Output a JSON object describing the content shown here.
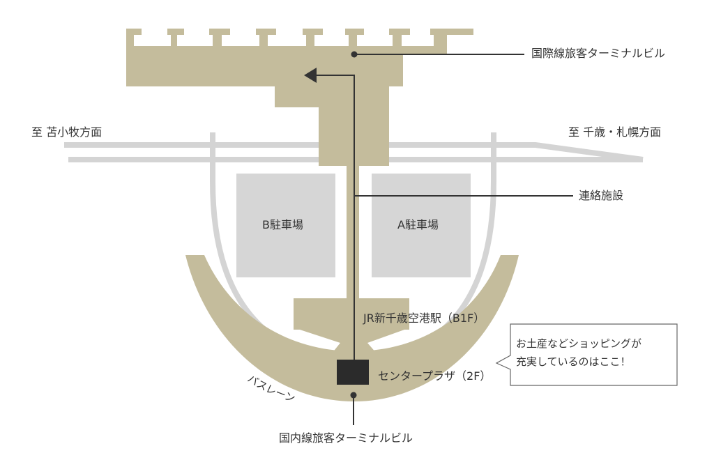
{
  "map": {
    "labels": {
      "international_terminal": "国際線旅客ターミナルビル",
      "domestic_terminal": "国内線旅客ターミナルビル",
      "connecting_facility": "連絡施設",
      "to_tomakomai": "至  苫小牧方面",
      "to_sapporo": "至  千歳・札幌方面",
      "parking_b": "B駐車場",
      "parking_a": "A駐車場",
      "jr_station": "JR新千歳空港駅（B1F）",
      "center_plaza": "センタープラザ（2F）",
      "bus_lane": "バスレーン"
    },
    "callout": {
      "line1": "お土産などショッピングが",
      "line2": "充実しているのはここ！"
    },
    "colors": {
      "building": "#c4bc9c",
      "road": "#d4d4d4",
      "parking": "#d6d6d6",
      "route": "#333333",
      "marker": "#2b2b2b",
      "text": "#333333"
    }
  }
}
